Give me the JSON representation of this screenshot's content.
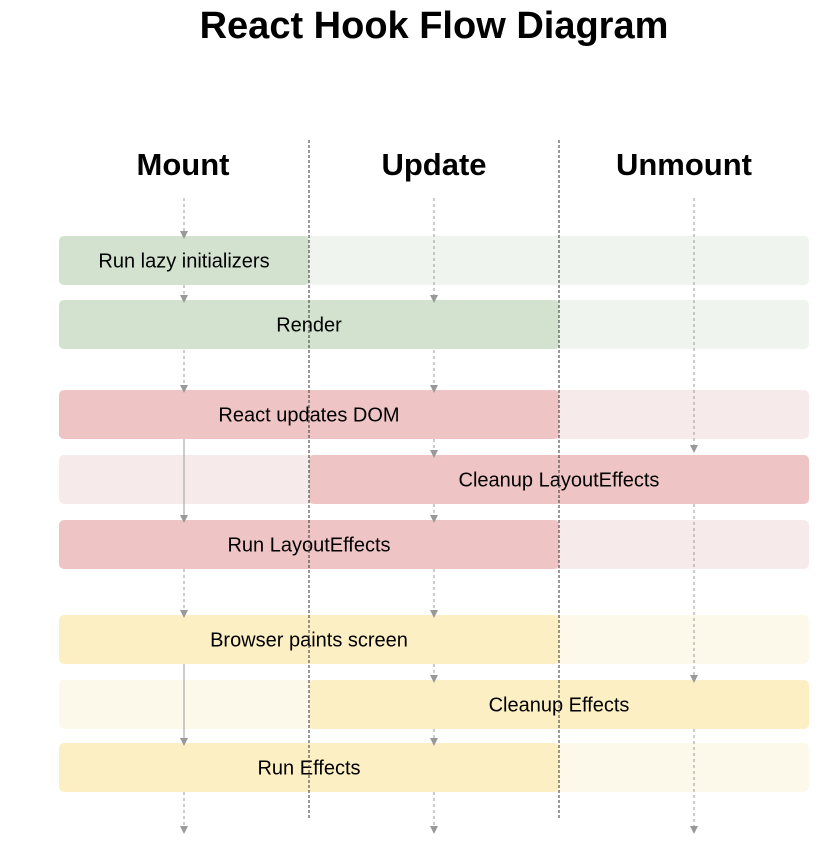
{
  "title": "React Hook Flow Diagram",
  "phases": [
    {
      "key": "mount",
      "label": "Mount"
    },
    {
      "key": "update",
      "label": "Update"
    },
    {
      "key": "unmount",
      "label": "Unmount"
    }
  ],
  "colors": {
    "green": "#d2e2cf",
    "green_light": "#eff5ee",
    "red": "#eec5c4",
    "red_light": "#f7eaea",
    "yellow": "#fdefc4",
    "yellow_light": "#fdf9ea",
    "divider": "#333333",
    "arrow": "#999999"
  },
  "steps": [
    {
      "id": "lazy-init",
      "label": "Run lazy initializers",
      "color": "green",
      "active": [
        "mount"
      ]
    },
    {
      "id": "render",
      "label": "Render",
      "color": "green",
      "active": [
        "mount",
        "update"
      ]
    },
    {
      "id": "react-updates-dom",
      "label": "React updates DOM",
      "color": "red",
      "active": [
        "mount",
        "update"
      ]
    },
    {
      "id": "cleanup-layout-effects",
      "label": "Cleanup LayoutEffects",
      "color": "red",
      "active": [
        "update",
        "unmount"
      ]
    },
    {
      "id": "run-layout-effects",
      "label": "Run LayoutEffects",
      "color": "red",
      "active": [
        "mount",
        "update"
      ]
    },
    {
      "id": "browser-paints",
      "label": "Browser paints screen",
      "color": "yellow",
      "active": [
        "mount",
        "update"
      ]
    },
    {
      "id": "cleanup-effects",
      "label": "Cleanup Effects",
      "color": "yellow",
      "active": [
        "update",
        "unmount"
      ]
    },
    {
      "id": "run-effects",
      "label": "Run Effects",
      "color": "yellow",
      "active": [
        "mount",
        "update"
      ]
    }
  ]
}
